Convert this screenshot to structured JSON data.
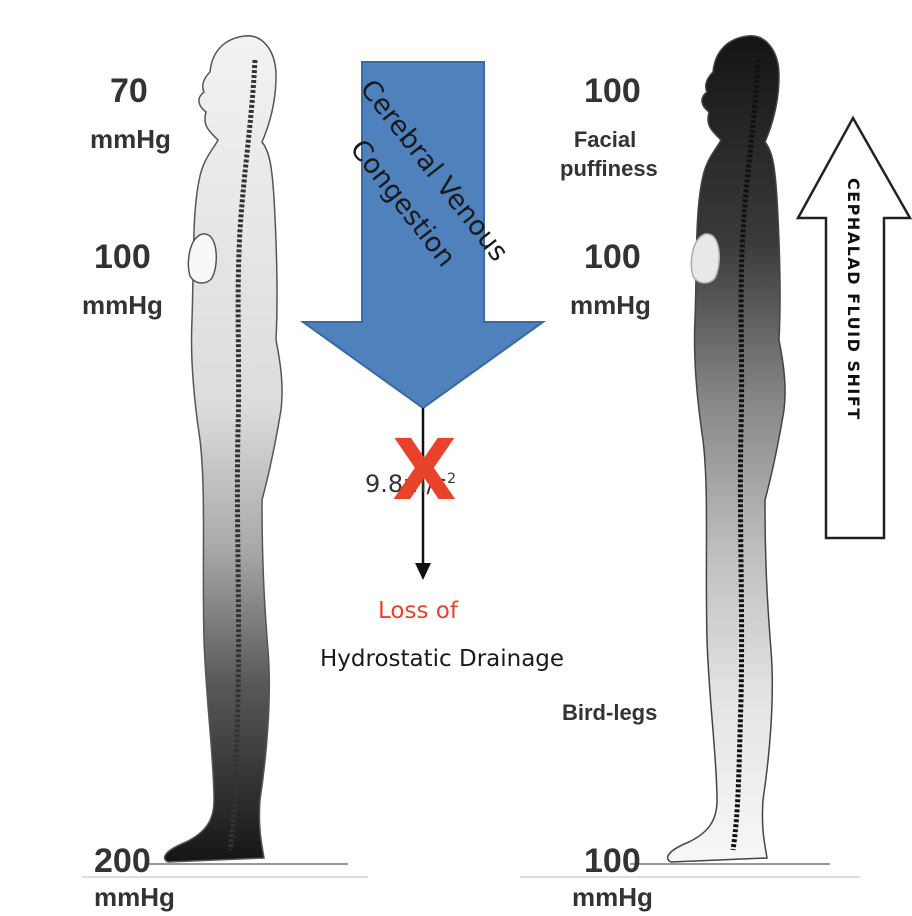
{
  "left_figure": {
    "head_pressure": "70",
    "head_unit": "mmHg",
    "heart_pressure": "100",
    "heart_unit": "mmHg",
    "foot_pressure": "200",
    "foot_unit": "mmHg"
  },
  "right_figure": {
    "head_pressure": "100",
    "head_note": "Facial puffiness",
    "heart_pressure": "100",
    "heart_unit": "mmHg",
    "leg_note": "Bird-legs",
    "foot_pressure": "100",
    "foot_unit": "mmHg"
  },
  "center": {
    "arrow_label_line1": "Cerebral Venous",
    "arrow_label_line2": "Congestion",
    "gravity_value": "9.8m/s",
    "gravity_superscript": "2",
    "cross_mark": "X",
    "loss_label": "Loss of",
    "drainage_label": "Hydrostatic Drainage",
    "arrow_color": "#4f81bd",
    "loss_color": "#e8432a"
  },
  "side_arrow": {
    "label": "CEPHALAD FLUID SHIFT"
  }
}
